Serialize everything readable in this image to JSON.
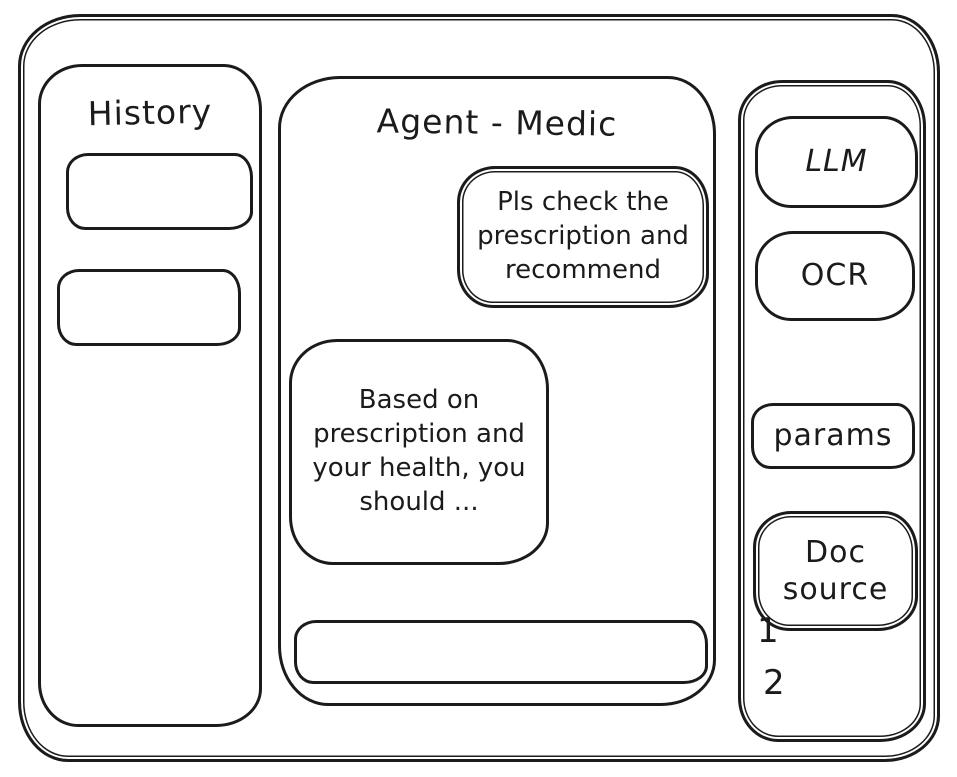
{
  "colors": {
    "stroke": "#1b1b1b",
    "background": "#ffffff"
  },
  "history_panel": {
    "title": "History",
    "items": [
      {
        "label": ""
      },
      {
        "label": ""
      }
    ]
  },
  "chat_panel": {
    "title": "Agent - Medic",
    "messages": [
      {
        "role": "user",
        "text": "Pls check the prescription and recommend"
      },
      {
        "role": "assistant",
        "text": "Based on prescription and your health, you should ..."
      }
    ],
    "input": {
      "value": "",
      "placeholder": ""
    }
  },
  "tools_panel": {
    "buttons": [
      {
        "label": "LLM"
      },
      {
        "label": "OCR"
      },
      {
        "label": "params"
      },
      {
        "label": "Doc source"
      }
    ],
    "doc_sources": [
      {
        "label": "1"
      },
      {
        "label": "2"
      }
    ]
  }
}
